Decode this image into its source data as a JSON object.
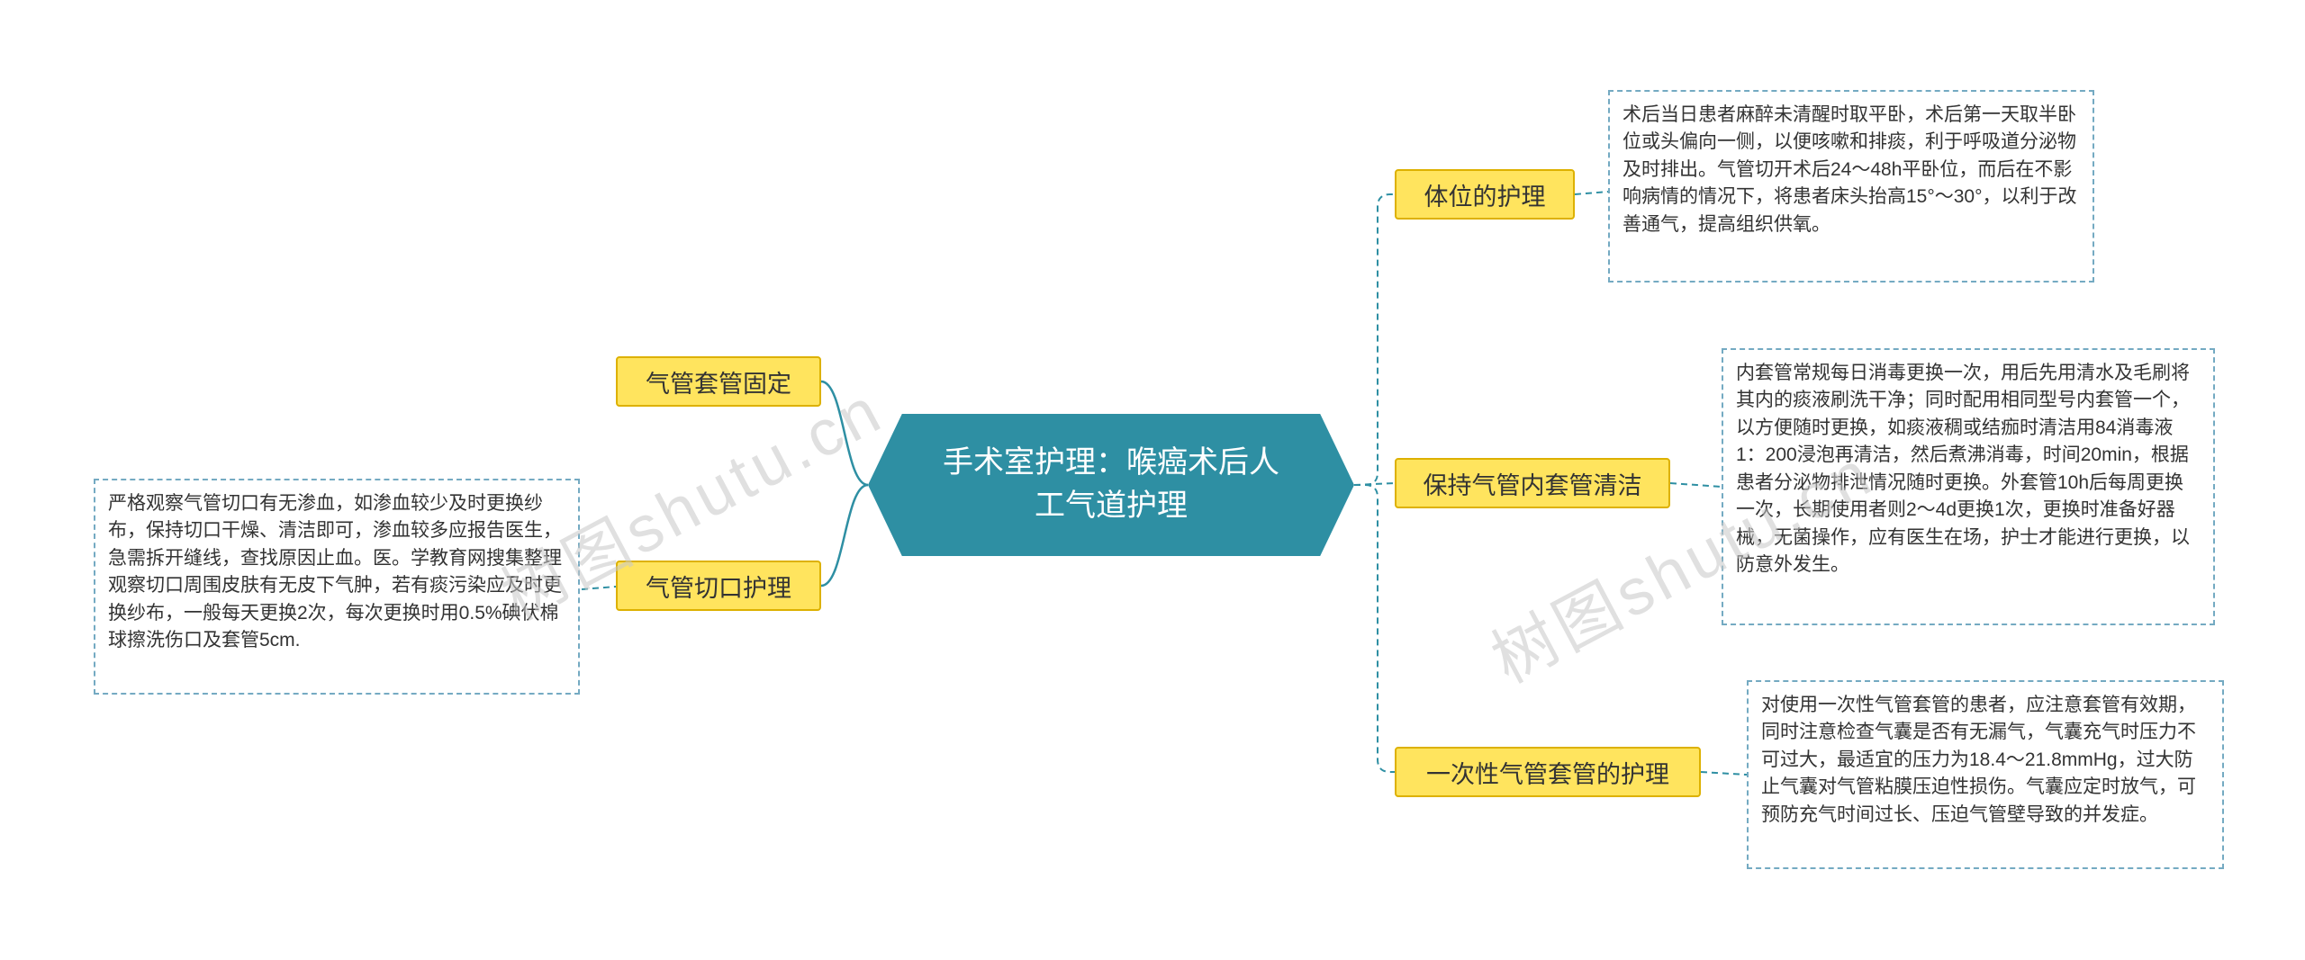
{
  "colors": {
    "node_teal": "#2E8FA3",
    "node_yellow_bg": "#FFE45E",
    "node_yellow_border": "#DDB100",
    "detail_border": "#74AAC2",
    "line": "#2E8FA3",
    "watermark": "#C8C8C8"
  },
  "central": {
    "label": "手术室护理：喉癌术后人工气道护理"
  },
  "left_branch": {
    "nodes": [
      {
        "label": "气管套管固定"
      },
      {
        "label": "气管切口护理"
      }
    ],
    "detail": "严格观察气管切口有无渗血，如渗血较少及时更换纱布，保持切口干燥、清洁即可，渗血较多应报告医生，急需拆开缝线，查找原因止血。医。学教育网搜集整理观察切口周围皮肤有无皮下气肿，若有痰污染应及时更换纱布，一般每天更换2次，每次更换时用0.5%碘伏棉球擦洗伤口及套管5cm."
  },
  "right_branch": {
    "nodes": [
      {
        "label": "体位的护理",
        "detail": "术后当日患者麻醉未清醒时取平卧，术后第一天取半卧位或头偏向一侧，以便咳嗽和排痰，利于呼吸道分泌物及时排出。气管切开术后24～48h平卧位，而后在不影响病情的情况下，将患者床头抬高15°～30°，以利于改善通气，提高组织供氧。"
      },
      {
        "label": "保持气管内套管清洁",
        "detail": "内套管常规每日消毒更换一次，用后先用清水及毛刷将其内的痰液刷洗干净；同时配用相同型号内套管一个，以方便随时更换，如痰液稠或结痂时清洁用84消毒液1：200浸泡再清洁，然后煮沸消毒，时间20min，根据患者分泌物排泄情况随时更换。外套管10h后每周更换一次，长期使用者则2～4d更换1次，更换时准备好器械，无菌操作，应有医生在场，护士才能进行更换，以防意外发生。"
      },
      {
        "label": "一次性气管套管的护理",
        "detail": "对使用一次性气管套管的患者，应注意套管有效期，同时注意检查气囊是否有无漏气，气囊充气时压力不可过大，最适宜的压力为18.4～21.8mmHg，过大防止气囊对气管粘膜压迫性损伤。气囊应定时放气，可预防充气时间过长、压迫气管壁导致的并发症。"
      }
    ]
  },
  "watermark": {
    "text": "树图shutu.cn"
  }
}
